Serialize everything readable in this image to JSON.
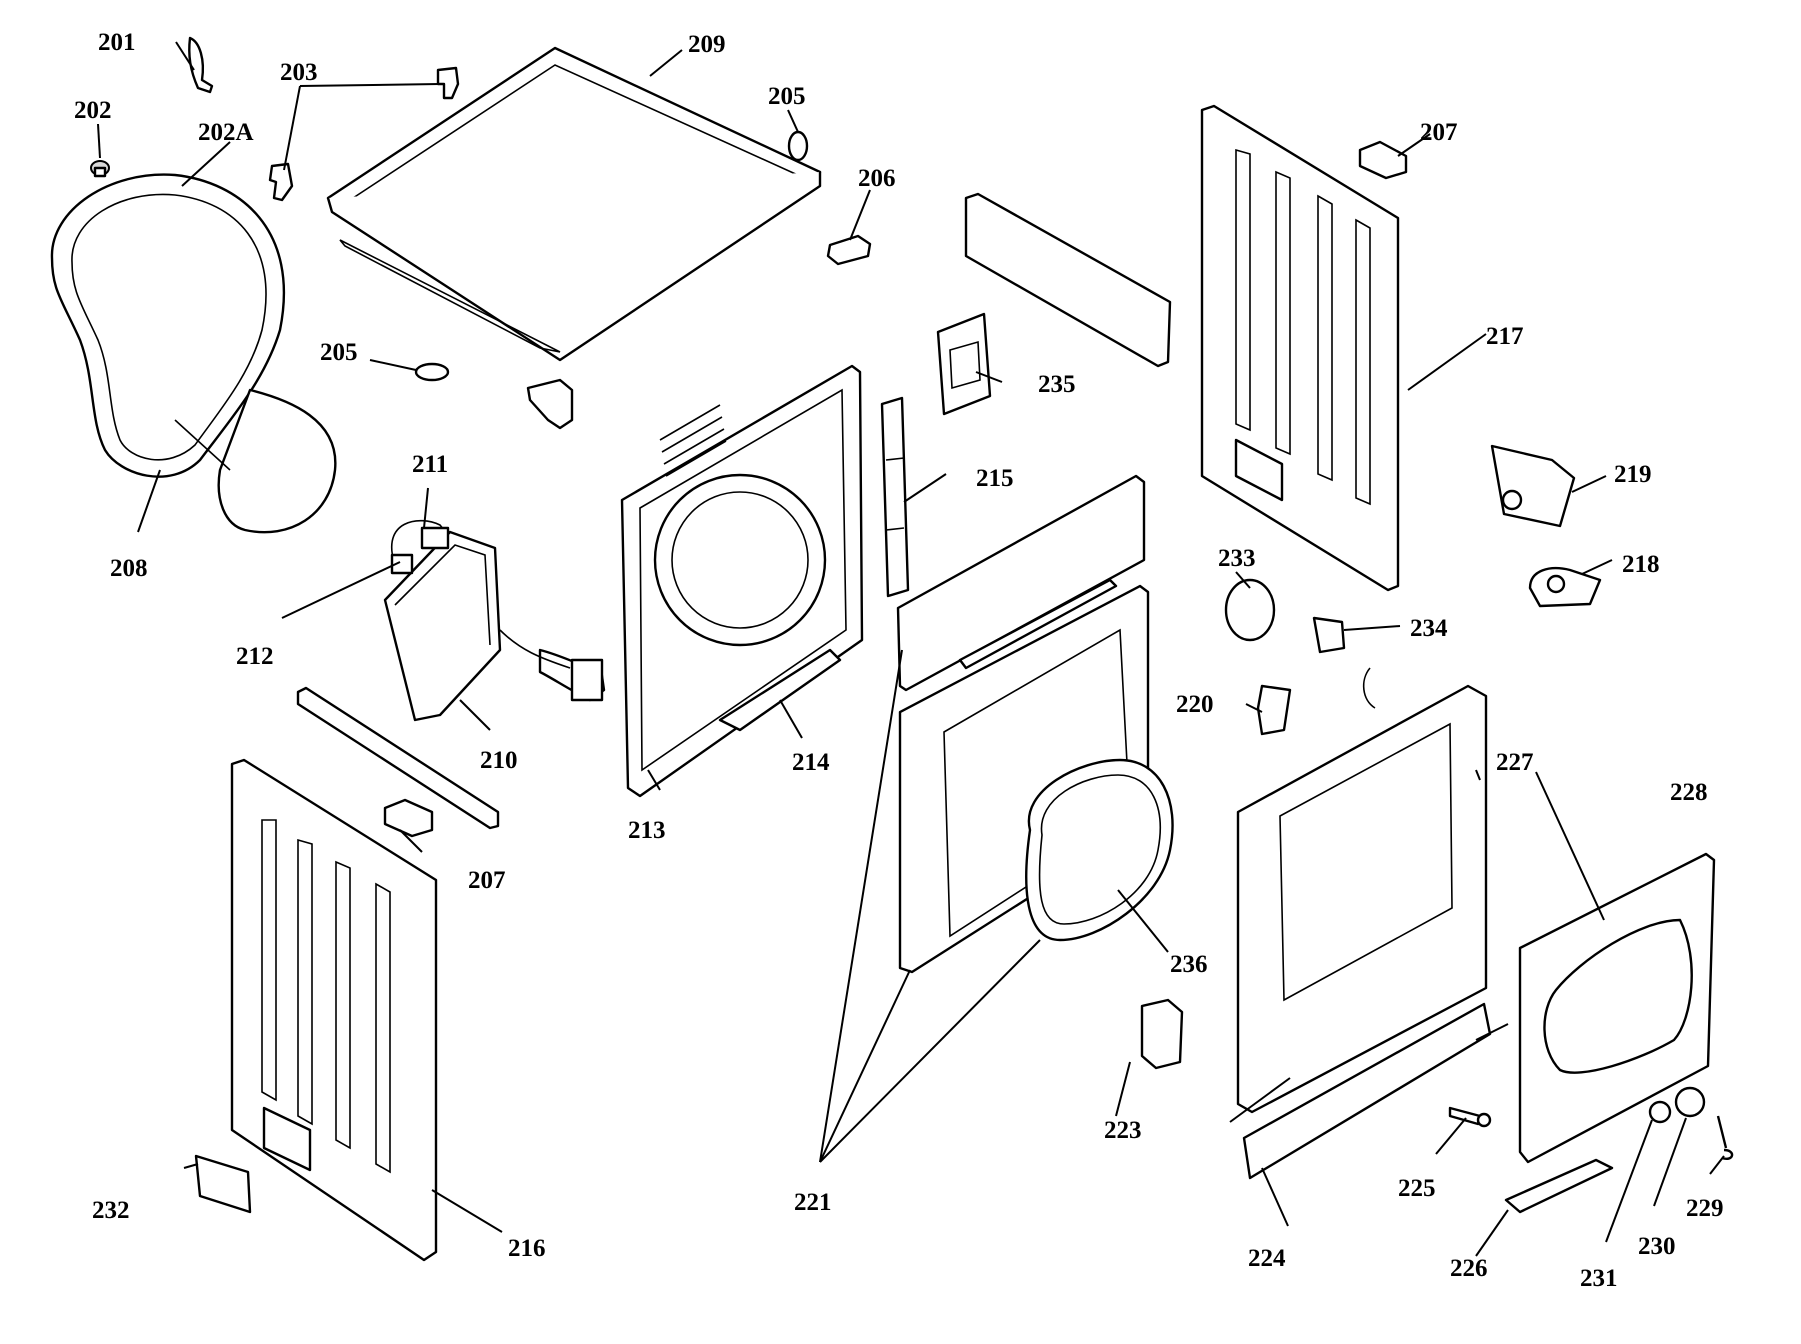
{
  "callouts": {
    "c201": "201",
    "c202": "202",
    "c202A": "202A",
    "c203": "203",
    "c205a": "205",
    "c205b": "205",
    "c206": "206",
    "c207a": "207",
    "c207b": "207",
    "c208": "208",
    "c209": "209",
    "c210": "210",
    "c211": "211",
    "c212": "212",
    "c213": "213",
    "c214": "214",
    "c215": "215",
    "c216": "216",
    "c217": "217",
    "c218": "218",
    "c219": "219",
    "c220": "220",
    "c221": "221",
    "c223": "223",
    "c224": "224",
    "c225": "225",
    "c226": "226",
    "c227": "227",
    "c228": "228",
    "c229": "229",
    "c230": "230",
    "c231": "231",
    "c232": "232",
    "c233": "233",
    "c234": "234",
    "c235": "235",
    "c236": "236"
  }
}
